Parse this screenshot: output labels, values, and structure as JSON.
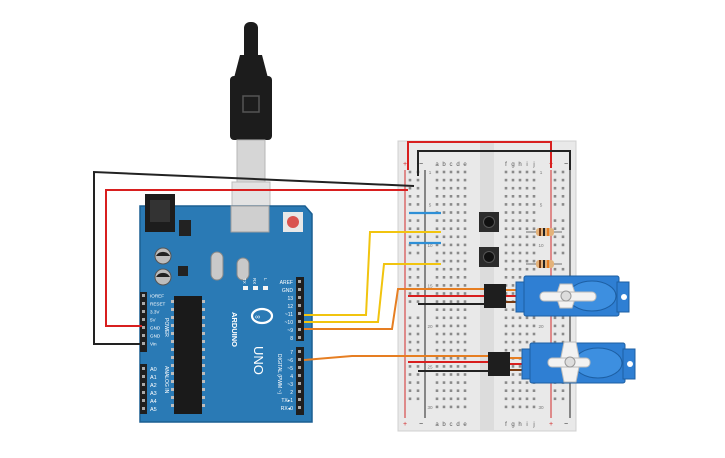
{
  "arduino": {
    "brand": "ARDUINO",
    "model": "UNO",
    "section_digital": "DIGITAL (PWM ~)",
    "section_analog": "ANALOG IN",
    "section_power": "POWER",
    "led_labels": [
      "TX",
      "RX",
      "L"
    ],
    "power_pins": [
      "IOREF",
      "RESET",
      "3.3V",
      "5V",
      "GND",
      "GND",
      "Vin"
    ],
    "analog_pins": [
      "A0",
      "A1",
      "A2",
      "A3",
      "A4",
      "A5"
    ],
    "digital_pins": [
      "AREF",
      "GND",
      "13",
      "12",
      "~11",
      "~10",
      "~9",
      "8",
      "7",
      "~6",
      "~5",
      "4",
      "~3",
      "2",
      "TX▸1",
      "RX◂0"
    ],
    "colors": {
      "board": "#2a7ab5",
      "board_dark": "#1b5f92",
      "header": "#1f1f1f",
      "chip": "#1a1a1a"
    }
  },
  "usb": {
    "label": "usb-cable",
    "colors": {
      "plug": "#1c1c1c",
      "metal": "#d0d0d0"
    }
  },
  "breadboard": {
    "columns_left": [
      "a",
      "b",
      "c",
      "d",
      "e"
    ],
    "columns_right": [
      "f",
      "g",
      "h",
      "i",
      "j"
    ],
    "row_numbers": [
      "1",
      "5",
      "10",
      "15",
      "20",
      "25",
      "30"
    ],
    "rail_plus": "+",
    "rail_minus": "−",
    "colors": {
      "body": "#e9e9e9",
      "rail_red": "#d22c2c",
      "rail_black": "#222222"
    }
  },
  "wires": {
    "colors": {
      "red": "#d81f1f",
      "black": "#222222",
      "yellow": "#f1c40f",
      "orange": "#e67e22",
      "blue": "#2e8fd6",
      "brown": "#7a3b12"
    }
  },
  "components": {
    "buttons": 2,
    "resistors": 2,
    "servos": 2,
    "servo_color": "#2f7fd3"
  }
}
